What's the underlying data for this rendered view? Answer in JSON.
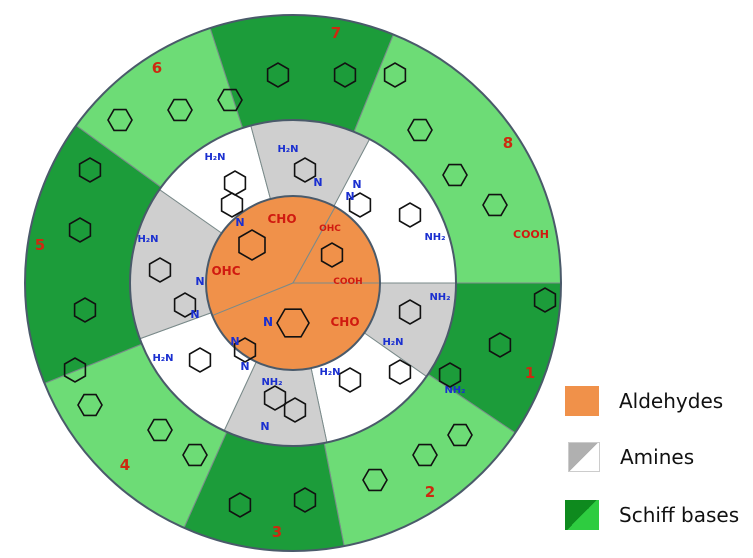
{
  "colors": {
    "aldehyde": "#f0914a",
    "amine_gray": "#cfcfcf",
    "amine_white": "#ffffff",
    "schiff_dark": "#1c9c3a",
    "schiff_light": "#6ddc76",
    "ring_border": "#4a5a6a",
    "number": "#cc2a10",
    "nitrogen": "#1a2fd0",
    "oxygen": "#d01a10"
  },
  "aldehydes": [
    {
      "groups": [
        "CHO",
        "OHC"
      ]
    },
    {
      "groups": [
        "OHC",
        "COOH"
      ]
    },
    {
      "groups": [
        "N",
        "CHO"
      ]
    }
  ],
  "amines": [
    {
      "groups": [
        "N",
        "N",
        "NH2"
      ]
    },
    {
      "groups": [
        "NH2",
        "H2N"
      ]
    },
    {
      "groups": [
        "H2N",
        "NH2"
      ]
    },
    {
      "groups": [
        "NH2",
        "N"
      ]
    },
    {
      "groups": [
        "H2N",
        "N",
        "N"
      ]
    },
    {
      "groups": [
        "H2N",
        "N",
        "N"
      ]
    },
    {
      "groups": [
        "H2N",
        "N"
      ]
    },
    {
      "groups": [
        "H2N",
        "N"
      ]
    }
  ],
  "schiff_bases": [
    {
      "number": "1"
    },
    {
      "number": "2"
    },
    {
      "number": "3"
    },
    {
      "number": "4"
    },
    {
      "number": "5"
    },
    {
      "number": "6"
    },
    {
      "number": "7"
    },
    {
      "number": "8",
      "group": "COOH"
    }
  ],
  "legend": [
    {
      "label": "Aldehydes"
    },
    {
      "label": "Amines"
    },
    {
      "label": "Schiff bases"
    }
  ]
}
